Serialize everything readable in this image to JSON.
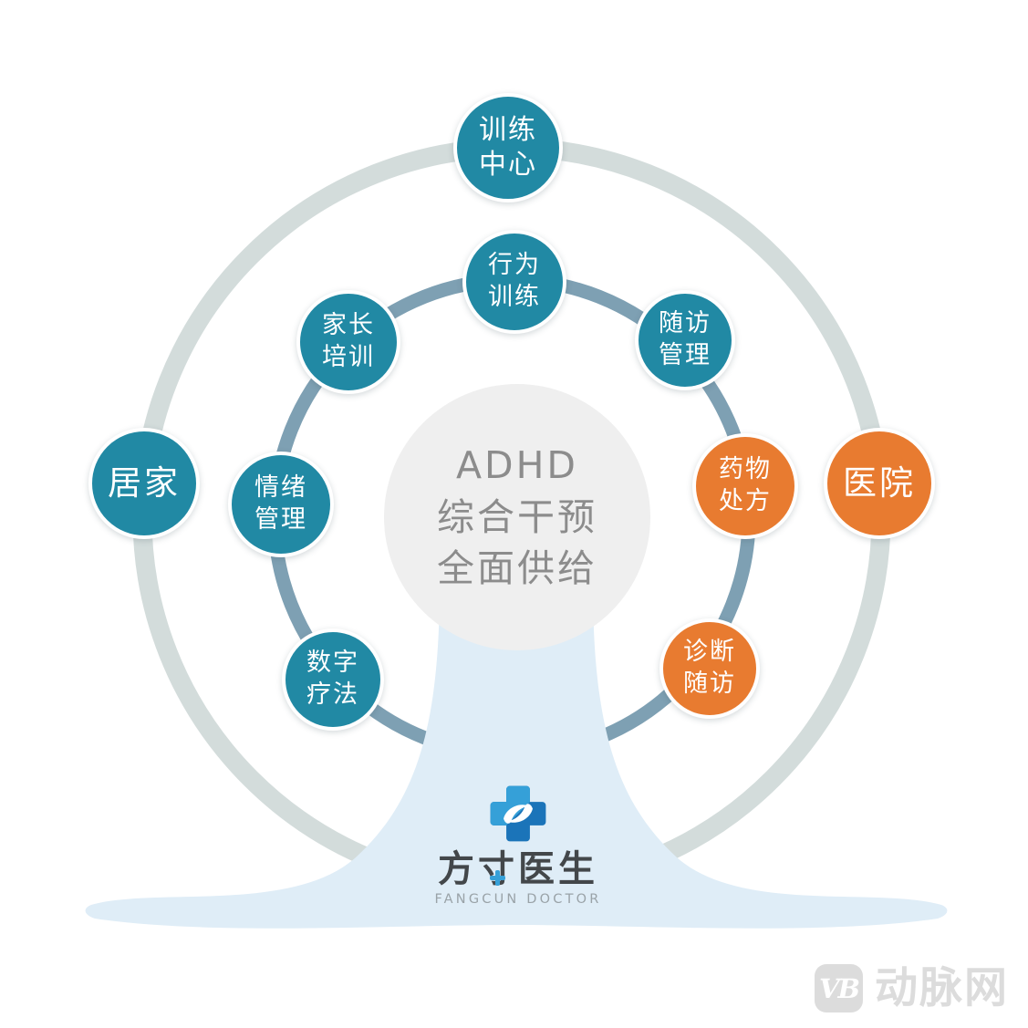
{
  "center_circle": {
    "lines": [
      "ADHD",
      "综合干预",
      "全面供给"
    ]
  },
  "wheel_nodes": [
    {
      "lines": [
        "训练",
        "中心"
      ],
      "type": "teal",
      "ring": "outer"
    },
    {
      "lines": [
        "行为",
        "训练"
      ],
      "type": "teal",
      "ring": "inner"
    },
    {
      "lines": [
        "随访",
        "管理"
      ],
      "type": "teal",
      "ring": "inner"
    },
    {
      "lines": [
        "药物",
        "处方"
      ],
      "type": "orange",
      "ring": "inner"
    },
    {
      "lines": [
        "诊断",
        "随访"
      ],
      "type": "orange",
      "ring": "inner"
    },
    {
      "lines": [
        "数字",
        "疗法"
      ],
      "type": "teal",
      "ring": "inner"
    },
    {
      "lines": [
        "情绪",
        "管理"
      ],
      "type": "teal",
      "ring": "inner"
    },
    {
      "lines": [
        "家长",
        "培训"
      ],
      "type": "teal",
      "ring": "inner"
    },
    {
      "lines": [
        "居家"
      ],
      "type": "teal",
      "ring": "outer"
    },
    {
      "lines": [
        "医院"
      ],
      "type": "orange",
      "ring": "outer"
    }
  ],
  "logo": {
    "cn": "方寸医生",
    "en": "FANGCUN DOCTOR",
    "icon": "medical-cross-hands-icon"
  },
  "watermark": {
    "badge": "VB",
    "text": "动脉网"
  },
  "colors": {
    "teal": "#2189A4",
    "orange": "#E87B30",
    "outer_ring": "#D3DCDB",
    "inner_ring": "#7EA0B3",
    "center_bg": "#EFEFEF",
    "center_text": "#8C8C8C",
    "pedestal": "#DFEDF7",
    "logo_blue_light": "#35A0D8",
    "logo_blue_dark": "#1B74B9",
    "watermark_gray": "#DCDCDC"
  }
}
